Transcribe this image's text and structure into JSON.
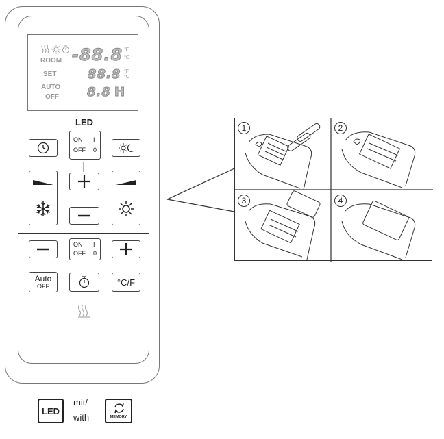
{
  "display": {
    "room_label": "ROOM",
    "set_label": "SET",
    "auto_label": "AUTO",
    "off_label": "OFF",
    "room_value": "-88.8",
    "set_value": "88.8",
    "timer_value": "8.8",
    "timer_unit": "H",
    "unit_f": "°F",
    "unit_c": "°C"
  },
  "remote": {
    "led_label": "LED",
    "switch_top": {
      "on": "ON",
      "off": "OFF",
      "on_mark": "I",
      "off_mark": "0"
    },
    "switch_bottom": {
      "on": "ON",
      "off": "OFF",
      "on_mark": "I",
      "off_mark": "0"
    },
    "auto_btn": {
      "line1": "Auto",
      "line2": "OFF"
    },
    "unit_btn": "°C/F"
  },
  "steps": [
    "1",
    "2",
    "3",
    "4"
  ],
  "legend": {
    "led_key": "LED",
    "mit": "mit/",
    "with": "with",
    "memory_key": "MEMORY"
  },
  "icons": [
    "clock-icon",
    "sun-moon-icon",
    "snowflake-icon",
    "sun-icon",
    "plus-icon",
    "minus-icon",
    "timer-icon",
    "heat-waves-icon",
    "ramp-icon",
    "memory-icon"
  ]
}
